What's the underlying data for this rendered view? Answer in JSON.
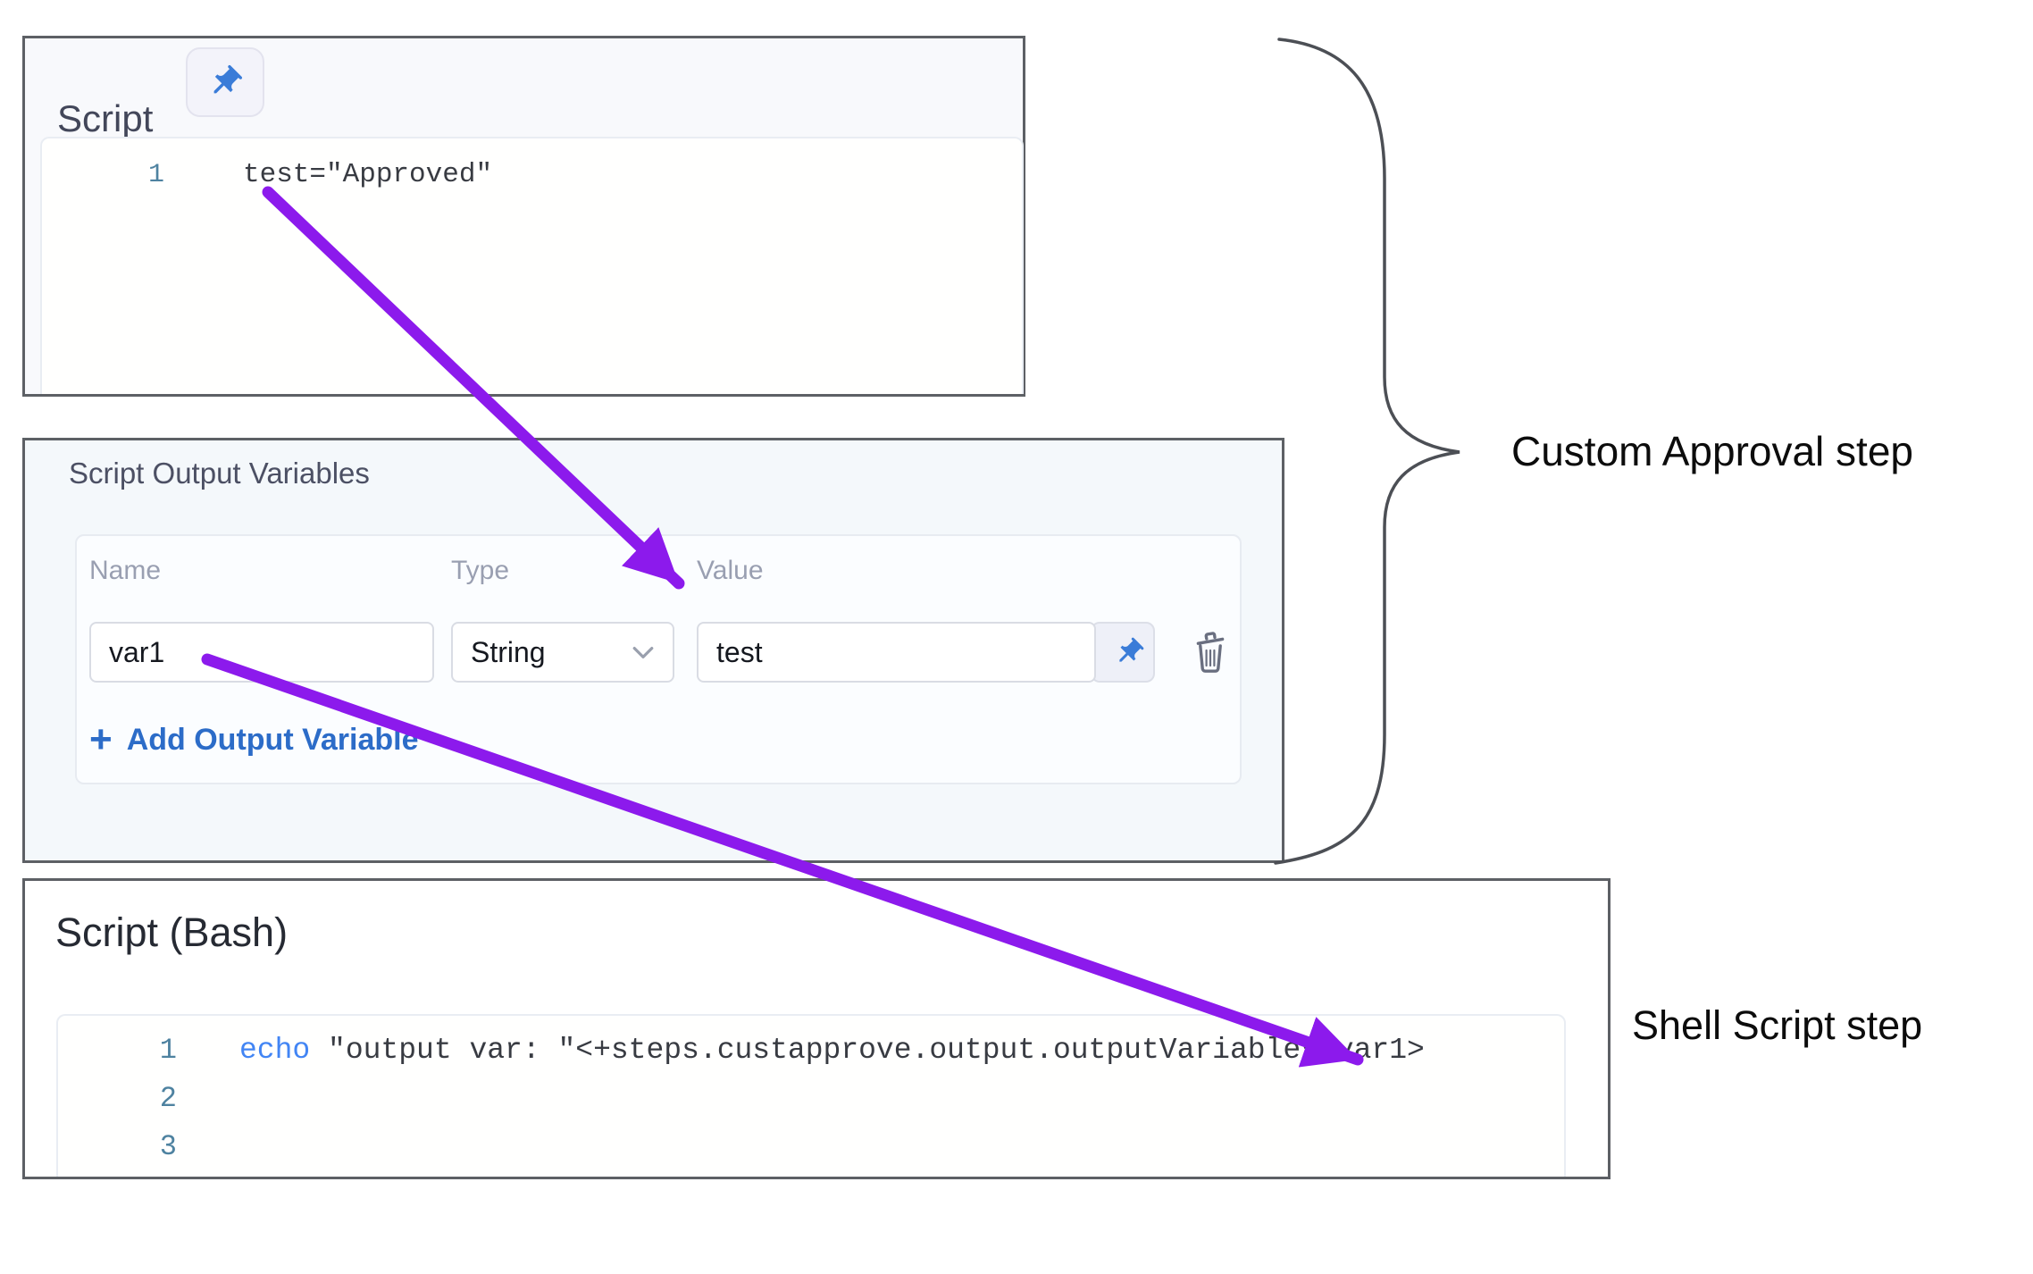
{
  "approval_step": {
    "script_panel": {
      "label": "Script",
      "code": {
        "line_number": "1",
        "line_code": "test=\"Approved\""
      }
    },
    "output_variables_panel": {
      "title": "Script Output Variables",
      "columns": {
        "name": "Name",
        "type": "Type",
        "value": "Value"
      },
      "row": {
        "name_value": "var1",
        "type_value": "String",
        "value_value": "test"
      },
      "add_button": {
        "plus": "+",
        "label": "Add Output Variable"
      }
    }
  },
  "shell_step": {
    "title": "Script (Bash)",
    "code": {
      "line1": {
        "number": "1",
        "keyword": "echo",
        "rest": " \"output var: \"<+steps.custapprove.output.outputVariables.var1>"
      },
      "line2": {
        "number": "2",
        "code": ""
      },
      "line3": {
        "number": "3",
        "code": ""
      }
    }
  },
  "annotations": {
    "approval_label": "Custom Approval step",
    "shell_label": "Shell Script step"
  },
  "colors": {
    "arrow_purple": "#8C1AEC",
    "link_blue": "#2C6CC8",
    "keyword_blue": "#4285F4",
    "pin_blue": "#3A7CD8",
    "line_number_teal": "#4E82A0",
    "panel_border": "#5D6065"
  }
}
